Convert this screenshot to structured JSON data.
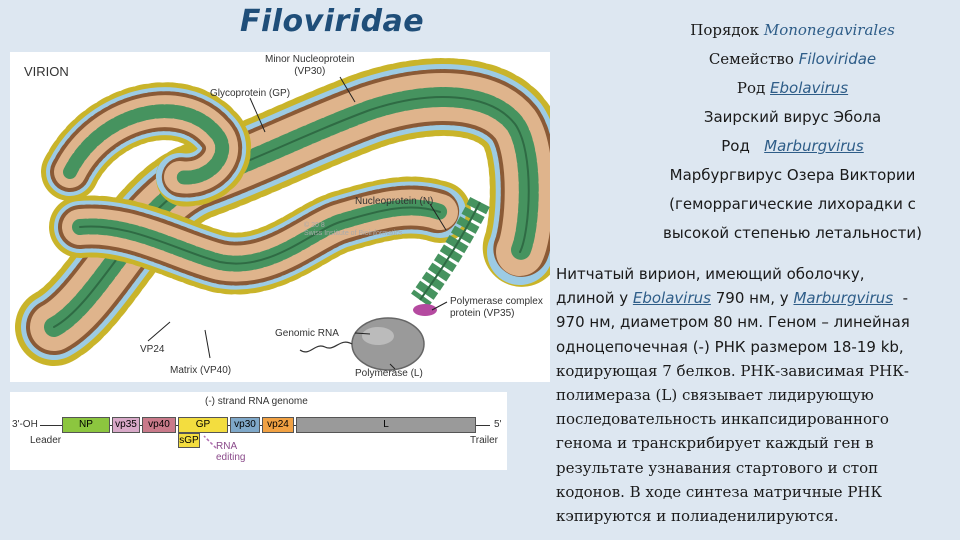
{
  "title": "Filoviridae",
  "virion_panel": {
    "label": "VIRION",
    "labels": {
      "minor_np_1": "Minor Nucleoprotein",
      "minor_np_2": "(VP30)",
      "glyco": "Glycoprotein (GP)",
      "np": "Nucleoprotein (N)",
      "copy_1": "© 20 8",
      "copy_2": "Swiss Institute of Bioinformatics",
      "polc_1": "Polymerase complex",
      "polc_2": "protein (VP35)",
      "genomic": "Genomic RNA",
      "vp24": "VP24",
      "matrix": "Matrix (VP40)",
      "polymerase": "Polymerase (L)"
    }
  },
  "genome_panel": {
    "header": "(-) strand RNA genome",
    "left_end": "3'-OH",
    "right_end": "5'",
    "leader": "Leader",
    "trailer": "Trailer",
    "sgp": "sGP",
    "rna_1": "RNA",
    "rna_2": "editing",
    "genes": [
      "NP",
      "vp35",
      "vp40",
      "GP",
      "vp30",
      "vp24",
      "L"
    ]
  },
  "taxonomy": {
    "order_prefix": "Порядок",
    "order_name": "Mononegavirales",
    "family_prefix": "Семейство",
    "family_name": "Filoviridae",
    "genus1_prefix": "Род",
    "genus1_name": "Ebolavirus",
    "species1": "Заирский вирус Эбола",
    "genus2_prefix": "Род",
    "genus2_name": "Marburgvirus",
    "species2": "Марбургвирус Озера Виктории",
    "note_1": "(геморрагические лихорадки с",
    "note_2": "высокой степенью летальности)"
  },
  "description": {
    "l1": "Нитчатый вирион, имеющий оболочку,",
    "l2_a": "длиной у",
    "l2_genus": "Ebolavirus",
    "l2_b": "790 нм, у",
    "l2_genus2": "Marburgvirus",
    "l2_c": "-",
    "l3": "970 нм,  диаметром 80 нм. Геном – линейная",
    "l4": "одноцепочечная (-) РНК размером 18-19 kb,",
    "l5": "кодирующая 7 белков. РНК-зависимая РНК-",
    "l6": "полимераза (L) связывает лидирующую",
    "l7": "последовательность инкапсидированного",
    "l8": "генома и транскрибирует каждый ген в",
    "l9": "результате узнавания стартового и стоп",
    "l10": "кодонов.  В ходе синтеза матричные РНК",
    "l11": "кэпируются и полиаденилируются."
  },
  "colors": {
    "background": "#dde7f1",
    "title": "#1f4e79",
    "membrane": "#9ccbe4",
    "matrix": "#8a5a36",
    "interior": "#dfb48c",
    "nucleocapsid": "#46935f",
    "spike": "#c9b42a",
    "polymerase": "#9a9a9a",
    "vp35": "#b54aa0",
    "gene_np": "#8cc63f",
    "gene_vp35": "#d8a9c8",
    "gene_vp40": "#c97a8a",
    "gene_gp": "#f3dd3f",
    "gene_vp30": "#7fa8c9",
    "gene_vp24": "#f1a143",
    "gene_l": "#9a9a9a"
  }
}
